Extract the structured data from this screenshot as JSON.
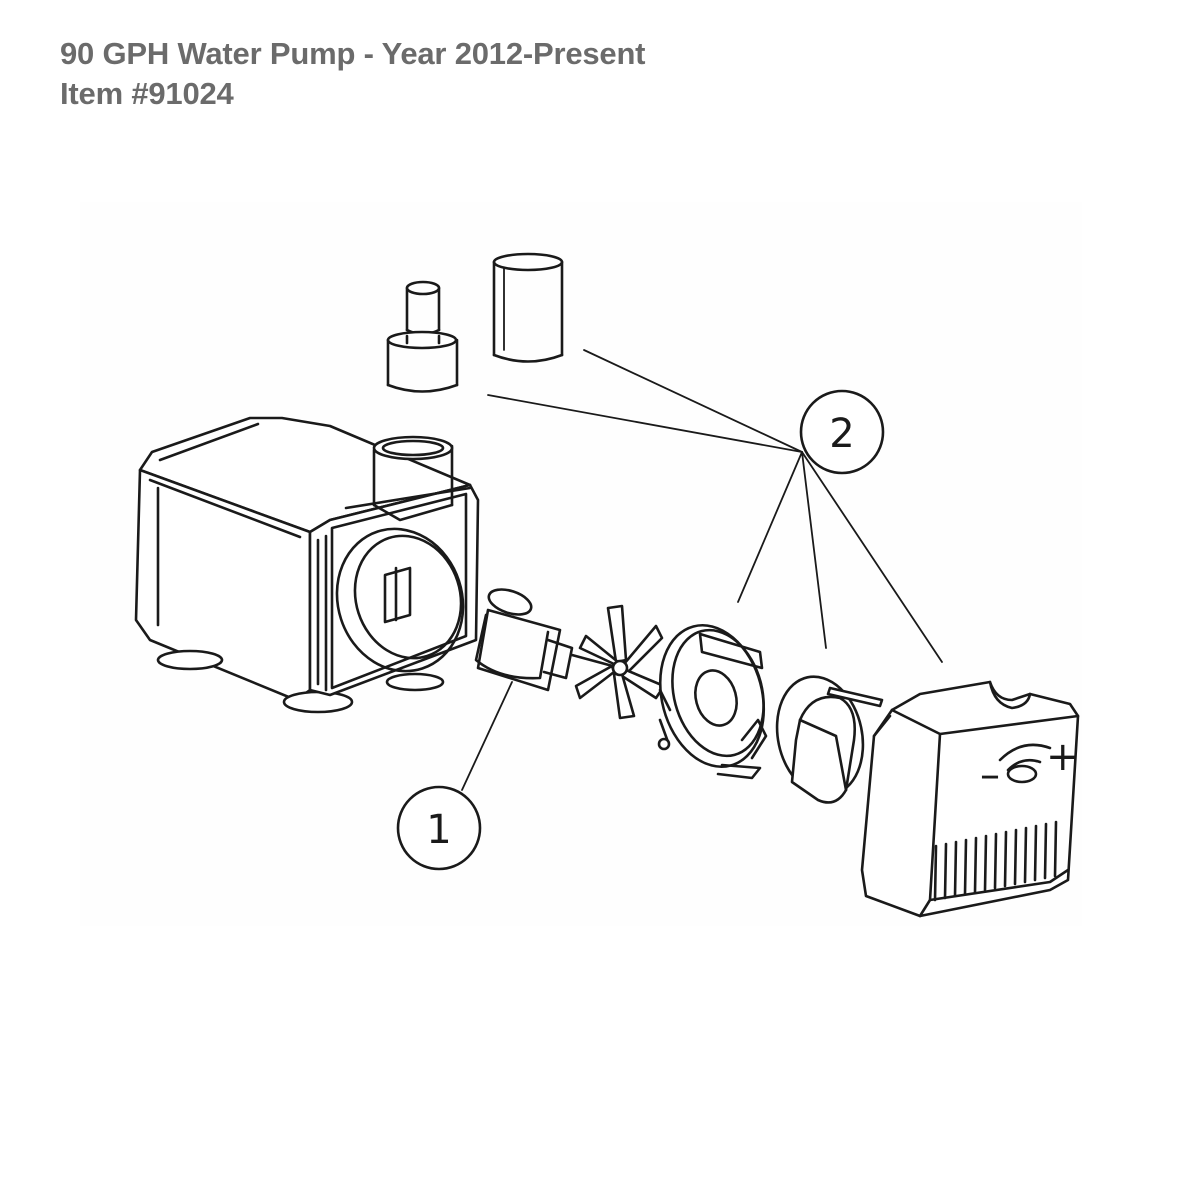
{
  "header": {
    "title_line1": "90 GPH Water Pump - Year 2012-Present",
    "title_line2": "Item #91024"
  },
  "diagram": {
    "callouts": [
      {
        "number": "1"
      },
      {
        "number": "2"
      }
    ],
    "flow_dial": {
      "minus_label": "–",
      "plus_label": "+"
    }
  }
}
